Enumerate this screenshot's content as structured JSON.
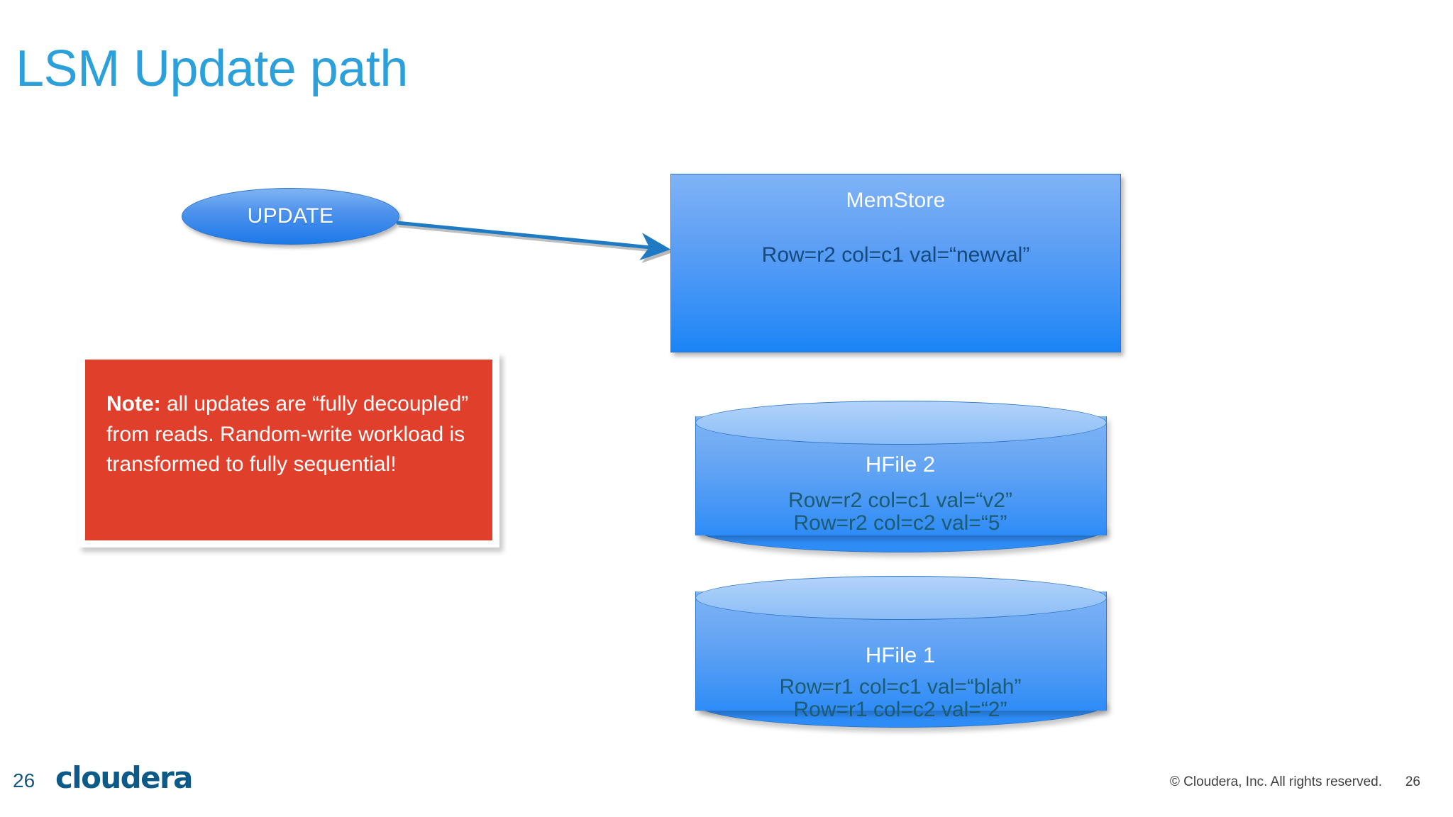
{
  "slide": {
    "title": "LSM Update path",
    "title_color": "#2BA0DB",
    "background": "#FFFFFF"
  },
  "update_node": {
    "label": "UPDATE",
    "shape": "ellipse",
    "fill_top": "#7FB4F2",
    "fill_bottom": "#1C79E8",
    "text_color": "#FFFFFF"
  },
  "arrow": {
    "name": "update-to-memstore-arrow",
    "color": "#1F7AC4"
  },
  "memstore": {
    "title": "MemStore",
    "row": "Row=r2 col=c1 val=“newval”",
    "fill_top": "#7FB3F6",
    "fill_bottom": "#1A83F6",
    "title_color": "#FFFFFF",
    "row_color": "#16497C"
  },
  "note": {
    "label": "Note:",
    "text": " all updates are “fully decoupled” from reads. Random-write workload is transformed to fully sequential!",
    "fill": "#E0402B",
    "text_color": "#FFFFFF"
  },
  "hfiles": [
    {
      "title": "HFile 2",
      "lines": [
        "Row=r2 col=c1 val=“v2”",
        "Row=r2 col=c2 val=“5”"
      ]
    },
    {
      "title": "HFile 1",
      "lines": [
        "Row=r1 col=c1 val=“blah”",
        "Row=r1 col=c2 val=“2”"
      ]
    }
  ],
  "footer": {
    "page_left": "26",
    "logo": "cloudera",
    "copyright": "© Cloudera, Inc. All rights reserved.",
    "page_right": "26"
  }
}
